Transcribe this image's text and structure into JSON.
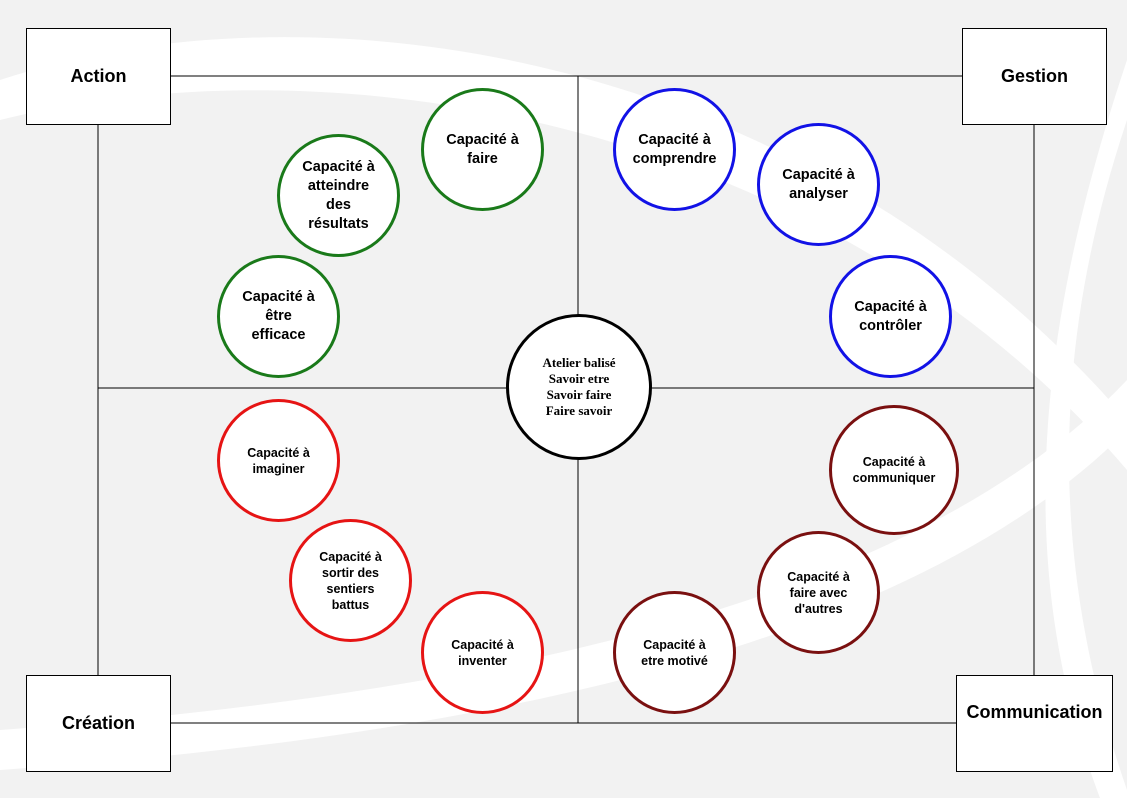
{
  "corners": {
    "action": "Action",
    "gestion": "Gestion",
    "creation": "Création",
    "communication": "Communication"
  },
  "center": {
    "text": "Atelier  balisé\nSavoir etre\nSavoir faire\nFaire savoir",
    "color": "#000000"
  },
  "colors": {
    "action": "#1a7a1a",
    "gestion": "#1212e6",
    "creation": "#e61414",
    "communication": "#7a1010",
    "background_band": "#efefef"
  },
  "action_circles": [
    {
      "id": "faire",
      "text": "Capacité à\nfaire"
    },
    {
      "id": "atteindre",
      "text": "Capacité à\natteindre\ndes\nrésultats"
    },
    {
      "id": "efficace",
      "text": "Capacité à\nêtre\nefficace"
    }
  ],
  "gestion_circles": [
    {
      "id": "comprendre",
      "text": "Capacité à\ncomprendre"
    },
    {
      "id": "analyser",
      "text": "Capacité à\nanalyser"
    },
    {
      "id": "controler",
      "text": "Capacité à\ncontrôler"
    }
  ],
  "creation_circles": [
    {
      "id": "imaginer",
      "text": "Capacité à\nimaginer"
    },
    {
      "id": "sortir",
      "text": "Capacité à\nsortir des\nsentiers\nbattus"
    },
    {
      "id": "inventer",
      "text": "Capacité à\ninventer"
    }
  ],
  "communication_circles": [
    {
      "id": "communiquer",
      "text": "Capacité à\ncommuniquer"
    },
    {
      "id": "faire-avec",
      "text": "Capacité à\nfaire avec\nd'autres"
    },
    {
      "id": "motive",
      "text": "Capacité à\netre motivé"
    }
  ]
}
